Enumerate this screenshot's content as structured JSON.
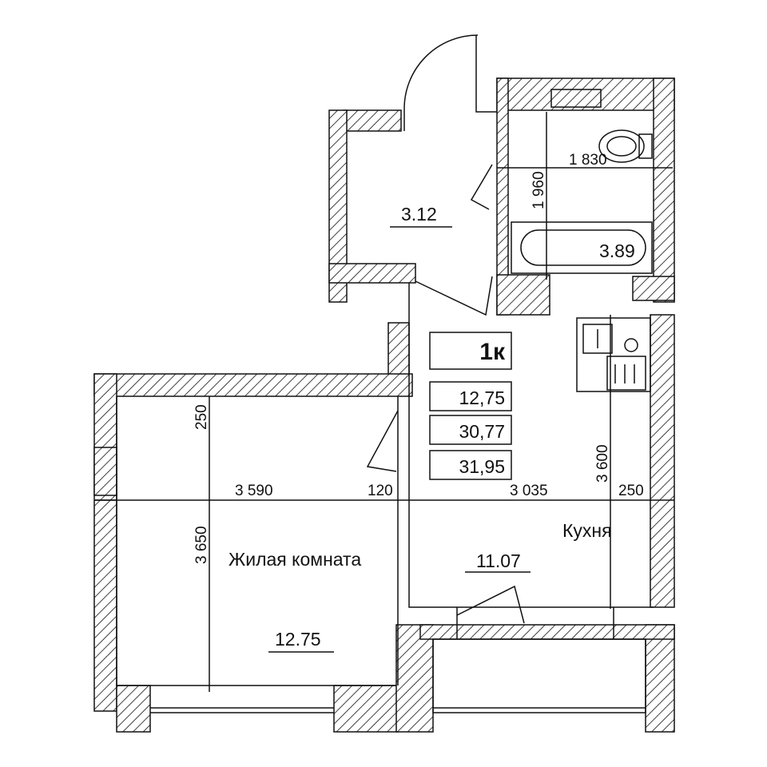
{
  "plan": {
    "colors": {
      "wall_hatch": "#111111",
      "background": "#ffffff",
      "line": "#111111"
    },
    "rooms": {
      "hallway_area": "3.12",
      "bathroom_area": "3.89",
      "living_room_name": "Жилая комната",
      "living_room_area": "12.75",
      "kitchen_name": "Кухня",
      "kitchen_area": "11.07"
    },
    "info_box": {
      "type": "1к",
      "living_area": "12,75",
      "total_area": "30,77",
      "total_area_with_balcony": "31,95"
    },
    "dimensions": {
      "bath_width": "1 830",
      "bath_depth": "1 960",
      "living_width": "3 590",
      "partition": "120",
      "kitchen_width": "3 035",
      "kitchen_wall": "250",
      "living_top_wall": "250",
      "living_depth": "3 650",
      "kitchen_depth": "3 600"
    },
    "icons": [
      "toilet-icon",
      "bathtub-icon",
      "sink-icon",
      "stove-icon",
      "door-swing-icon",
      "window-icon"
    ]
  }
}
